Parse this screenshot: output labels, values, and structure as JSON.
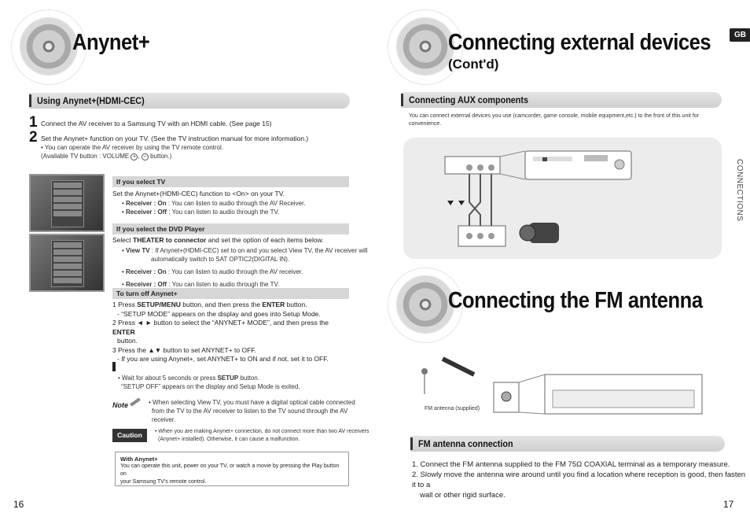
{
  "left": {
    "title": "Anynet+",
    "section_heading": "Using Anynet+(HDMI-CEC)",
    "step1_num": "1",
    "step1_text": "Connect the AV receiver to a Samsung TV with an HDMI cable. (See page 15)",
    "step2_num": "2",
    "step2_text": "Set the Anynet+ function on your TV. (See the TV instruction manual for more information.)",
    "step2_note1": "• You can operate the AV receiver by using the TV remote control.",
    "step2_note2": "(Available TV button : VOLUME",
    "step2_note2_end": "button.)",
    "select_tv": {
      "header": "If you select TV",
      "text": "Set the Anynet+(HDMI-CEC) function to <On> on your TV.",
      "items": [
        {
          "key": "Receiver : On",
          "val": " : You can listen to audio through the AV Receiver."
        },
        {
          "key": "Receiver : Off",
          "val": " : You can listen to audio through the TV."
        }
      ]
    },
    "select_dvd": {
      "header": "If you select the DVD Player",
      "text_pre": "Select ",
      "text_bold": "THEATER to connector",
      "text_post": " and set the option of each items below.",
      "viewtv_key": "View TV",
      "viewtv_val": " : If Anynet+(HDMI-CEC) set to on and you select View TV, the AV receiver will",
      "viewtv_val2": "automatically switch to SAT OPTIC2(DIGITAL IN).",
      "items": [
        {
          "key": "Receiver : On",
          "val": " : You can listen to audio through the AV receiver."
        },
        {
          "key": "Receiver : Off",
          "val": " : You can listen to audio through the TV."
        }
      ]
    },
    "turn_off": {
      "header": "To turn off Anynet+",
      "l1a": "1 Press ",
      "l1b": "SETUP/MENU",
      "l1c": " button, and then press the ",
      "l1d": "ENTER",
      "l1e": " button.",
      "l2": "- “SETUP MODE” appears on the display and goes into Setup Mode.",
      "l3a": "2 Press ◄ ► button to select the “ANYNET+ MODE”, and then press the ",
      "l3b": "ENTER",
      "l3c": "button.",
      "l4": "3 Press the ▲▼ button to set ANYNET+ to OFF.",
      "l5": "- If you are using Anynet+, set ANYNET+ to ON and if not, set it to OFF."
    },
    "exit_a": "• Wait for about 5 seconds or press ",
    "exit_b": "SETUP",
    "exit_c": " button.",
    "exit_d": "“SETUP OFF” appears on the display and Setup Mode is exited.",
    "note_label": "Note",
    "note_text1": "• When selecting View TV, you must have a digital optical cable connected",
    "note_text2": "from the TV to the AV receiver to listen to the TV sound through the AV",
    "note_text3": "receiver.",
    "caution_label": "Caution",
    "caution_text1": "• When you are making Anynet+ connection, do not connect more than two AV receivers",
    "caution_text2": "(Anynet+ installed). Otherwise, it can cause a malfunction.",
    "box_title": "With Anynet+",
    "box_text1": "You can operate this unit, power on your TV, or watch a movie by pressing the Play button on",
    "box_text2": "your Samsung TV's remote control.",
    "page_num": "16"
  },
  "right": {
    "title": "Connecting external devices",
    "subtitle": "(Cont'd)",
    "gb": "GB",
    "side_tab": "CONNECTIONS",
    "aux_heading": "Connecting AUX components",
    "aux_text1": "You can connect external devices you use (camcorder, game console, mobile equipment,etc.) to the front of this unit for",
    "aux_text2": "convenience.",
    "fm_title": "Connecting the FM antenna",
    "fm_caption": "FM antenna (supplied)",
    "fm_heading": "FM antenna connection",
    "fm_step1": "1. Connect the FM antenna supplied to the FM 75Ω COAXIAL terminal as a temporary measure.",
    "fm_step2a": "2. Slowly move the antenna wire around until you find a location where reception is good, then fasten it to a",
    "fm_step2b": "wall or other rigid surface.",
    "page_num": "17"
  }
}
